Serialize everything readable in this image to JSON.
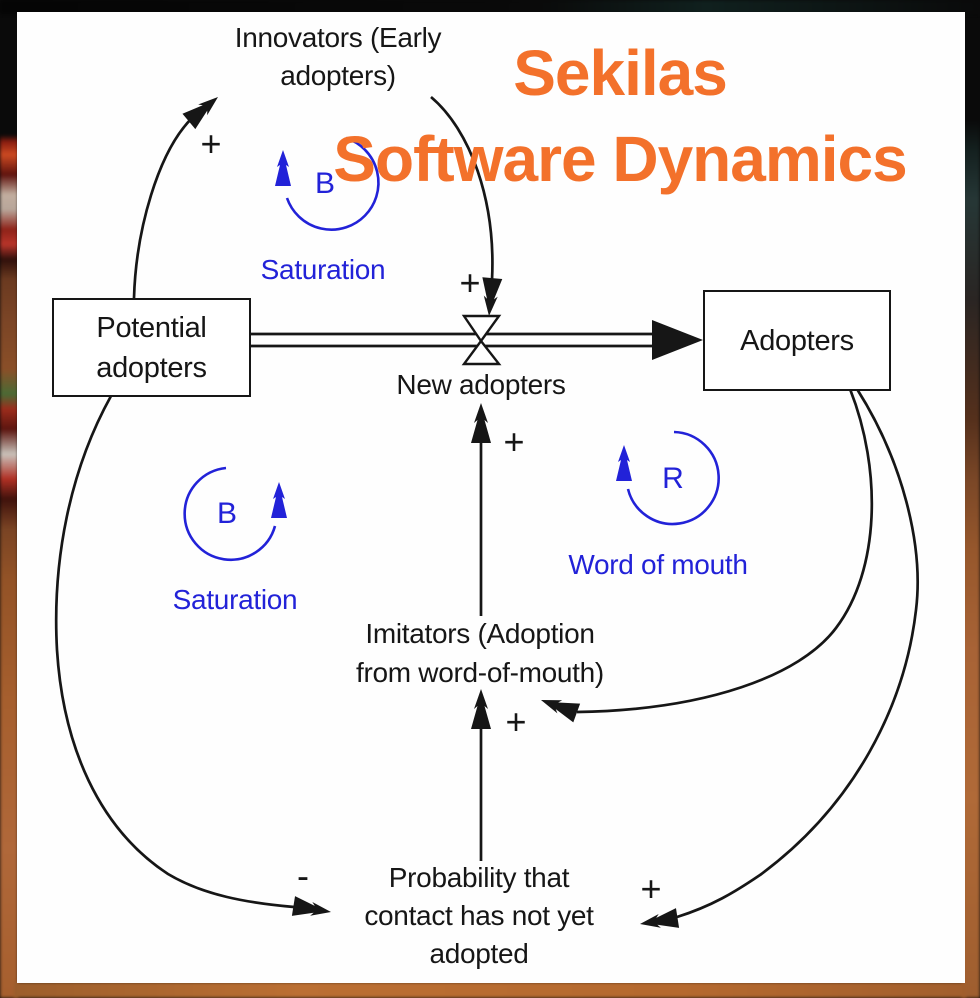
{
  "title": {
    "line1": "Sekilas",
    "line2": "Software Dynamics"
  },
  "colors": {
    "title_orange": "#f3712b",
    "loop_blue": "#2222d8",
    "line_black": "#161616",
    "panel_white": "#fefefe",
    "wood_brown": "#b5692f"
  },
  "diagram": {
    "stock_left": {
      "line1": "Potential",
      "line2": "adopters"
    },
    "stock_right": {
      "label": "Adopters"
    },
    "flow_label": "New adopters",
    "innovators": {
      "line1": "Innovators (Early",
      "line2": "adopters)"
    },
    "imitators": {
      "line1": "Imitators (Adoption",
      "line2": "from word-of-mouth)"
    },
    "probability": {
      "line1": "Probability that",
      "line2": "contact has not yet",
      "line3": "adopted"
    },
    "loop_top": {
      "id": "B",
      "label": "Saturation"
    },
    "loop_left": {
      "id": "B",
      "label": "Saturation"
    },
    "loop_right": {
      "id": "R",
      "label": "Word of mouth"
    },
    "signs": {
      "innovators_plus": "+",
      "from_innovators_plus": "+",
      "from_imitators_plus": "+",
      "imitators_plus": "+",
      "probability_right_plus": "+",
      "probability_left_minus": "-"
    }
  }
}
